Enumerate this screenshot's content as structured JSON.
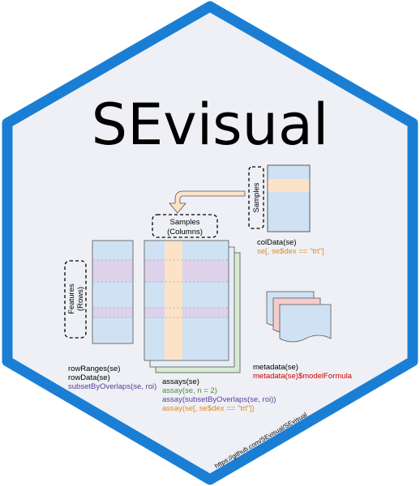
{
  "title": "SEvisual",
  "url": "https://github.com/SEvisual/SEvisual",
  "labels": {
    "samples_vertical": "Samples",
    "samples_columns_line1": "Samples",
    "samples_columns_line2": "(Columns)",
    "features_line1": "Features",
    "features_line2": "(Rows)"
  },
  "coldata": {
    "line1": "colData(se)",
    "line2": "se[, se$dex == \"trt\"]"
  },
  "rows": {
    "line1": "rowRanges(se)",
    "line2": "rowData(se)",
    "line3": "subsetByOverlaps(se, roi)"
  },
  "assays": {
    "line1": "assays(se)",
    "line2": "assay(se, n = 2)",
    "line3": "assay(subsetByOverlaps(se, roi))",
    "line4": "assay(se[, se$dex == \"trt\"])"
  },
  "metadata": {
    "line1": "metadata(se)",
    "line2": "metadata(se)$modelFormula"
  },
  "colors": {
    "hex_border": "#1a7fd4",
    "hex_fill": "#eef0f5",
    "matrix_blue": "#cfe2f3",
    "highlight_orange": "#fce3c7",
    "highlight_purple": "#ddd2ea",
    "stack_green": "#d9ead3",
    "stack_pink": "#f4cccc",
    "text_black": "#000000",
    "text_green": "#4f8a3c",
    "text_purple": "#5a3e9e",
    "text_orange": "#e08a1e",
    "text_red": "#cc0000"
  }
}
